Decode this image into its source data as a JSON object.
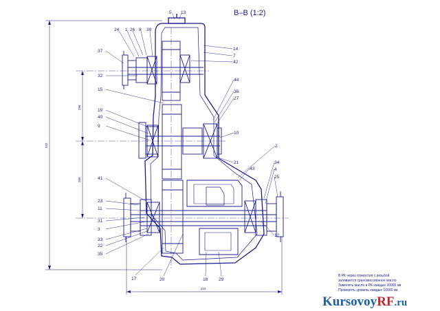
{
  "title": "В–В (1:2)",
  "colors": {
    "line": "#1a1a8c",
    "watermark_blue": "#1f5fa8",
    "watermark_red": "#c0272d"
  },
  "callouts": {
    "c5": "5",
    "c13": "13",
    "c24": "24",
    "c1": "1",
    "c26": "26",
    "c8": "8",
    "c39": "39",
    "c14": "14",
    "c7": "7",
    "c42": "42",
    "c37": "37",
    "c32": "32",
    "c15": "15",
    "c44": "44",
    "c36": "36",
    "c27": "27",
    "c19": "19",
    "c40": "40",
    "c9": "9",
    "c10": "10",
    "c2": "2",
    "c21": "21",
    "c43": "43",
    "c34": "34",
    "c4": "4",
    "c25": "25",
    "c41": "41",
    "c23": "23",
    "c11": "11",
    "c31": "31",
    "c3": "3",
    "c33": "33",
    "c22": "22",
    "c35": "35",
    "c12": "12",
    "c17": "17",
    "c20": "20",
    "c18": "18",
    "c29": "29"
  },
  "dimensions": {
    "overall_height": "933",
    "upper_span": "296",
    "lower_span": "260",
    "overall_width": "416"
  },
  "notes": [
    "В РК через отверстия с резьбой",
    "заливается трансмиссионное масло",
    "Заменять масло в РК каждые 30000 км",
    "Проверять уровень каждые 10000 км"
  ],
  "watermark": {
    "part1": "Kursovoy",
    "part2": "RF",
    "part3": ".ru"
  }
}
